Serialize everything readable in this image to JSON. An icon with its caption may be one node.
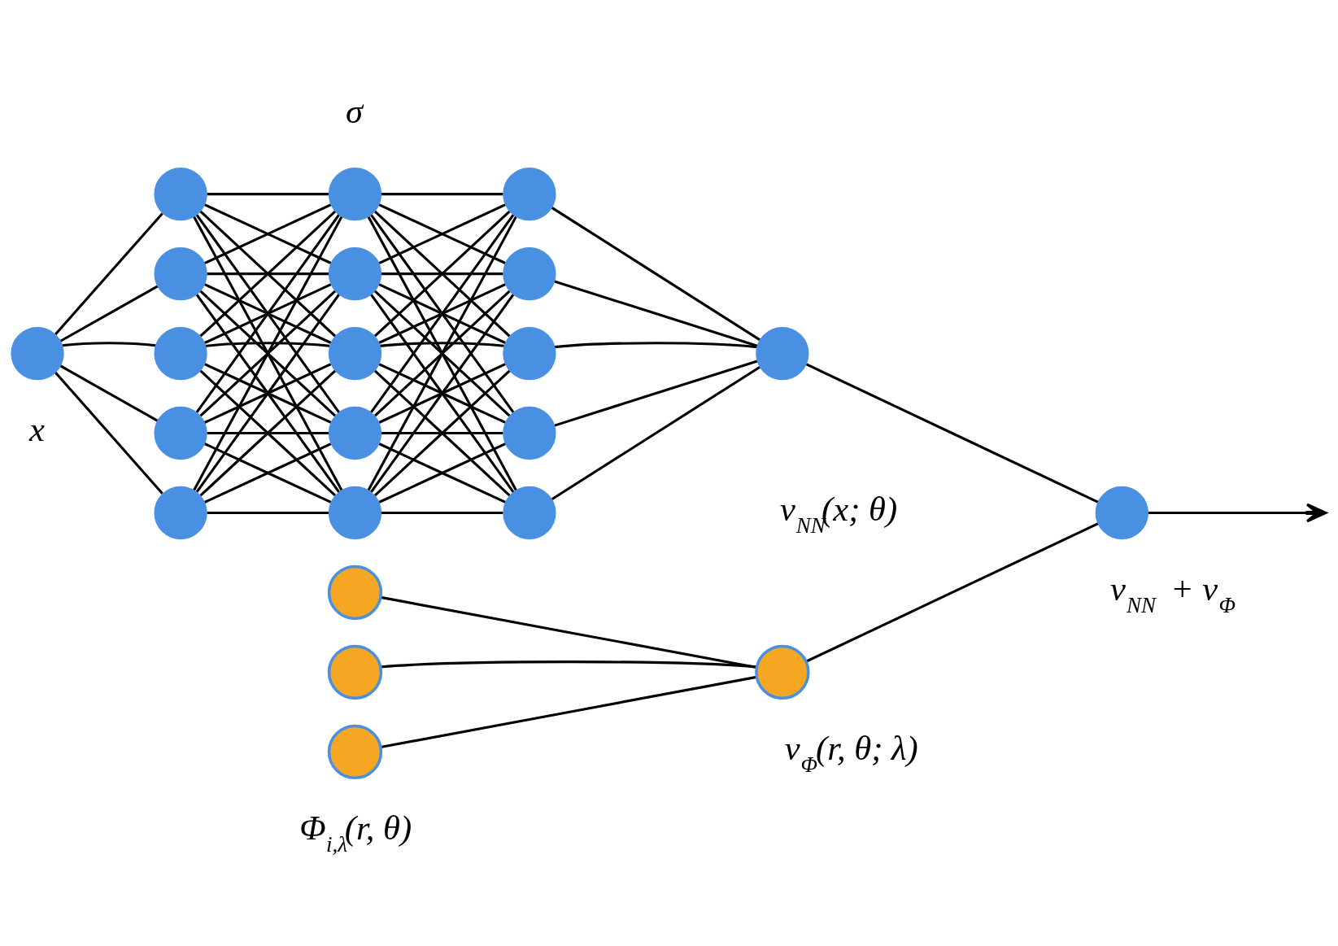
{
  "diagram": {
    "nodes": [
      {
        "text": [],
        "shape": "circle",
        "beside": [
          "x"
        ]
      },
      {
        "text": [],
        "shape": "circle"
      },
      {
        "text": [],
        "shape": "circle"
      },
      {
        "text": [],
        "shape": "circle"
      },
      {
        "text": [],
        "shape": "circle"
      },
      {
        "text": [],
        "shape": "circle"
      },
      {
        "text": [],
        "shape": "circle"
      },
      {
        "text": [],
        "shape": "circle"
      },
      {
        "text": [],
        "shape": "circle"
      },
      {
        "text": [],
        "shape": "circle"
      },
      {
        "text": [],
        "shape": "circle"
      },
      {
        "text": [],
        "shape": "circle"
      },
      {
        "text": [],
        "shape": "circle"
      },
      {
        "text": [],
        "shape": "circle"
      },
      {
        "text": [],
        "shape": "circle"
      },
      {
        "text": [],
        "shape": "circle"
      },
      {
        "text": [],
        "shape": "circle",
        "beside": [
          "v$_{NN}$(x; θ)"
        ]
      },
      {
        "text": [],
        "shape": "circle",
        "beside": [
          "v$_{NN}$ + v$_{Φ}$"
        ]
      },
      {
        "text": [],
        "shape": "circle"
      },
      {
        "text": [],
        "shape": "circle"
      },
      {
        "text": [],
        "shape": "circle"
      },
      {
        "text": [],
        "shape": "circle",
        "beside": [
          "v$_{Φ}$(r, θ; λ)"
        ]
      }
    ],
    "edges": [
      {
        "from": 0,
        "to": 1,
        "arrow": "none"
      },
      {
        "from": 0,
        "to": 2,
        "arrow": "none"
      },
      {
        "from": 0,
        "to": 3,
        "arrow": "none"
      },
      {
        "from": 0,
        "to": 4,
        "arrow": "none"
      },
      {
        "from": 0,
        "to": 5,
        "arrow": "none"
      },
      {
        "from": 1,
        "to": 6,
        "arrow": "none"
      },
      {
        "from": 1,
        "to": 7,
        "arrow": "none"
      },
      {
        "from": 1,
        "to": 8,
        "arrow": "none"
      },
      {
        "from": 1,
        "to": 9,
        "arrow": "none"
      },
      {
        "from": 1,
        "to": 10,
        "arrow": "none"
      },
      {
        "from": 2,
        "to": 6,
        "arrow": "none"
      },
      {
        "from": 2,
        "to": 7,
        "arrow": "none"
      },
      {
        "from": 2,
        "to": 8,
        "arrow": "none"
      },
      {
        "from": 2,
        "to": 9,
        "arrow": "none"
      },
      {
        "from": 2,
        "to": 10,
        "arrow": "none"
      },
      {
        "from": 3,
        "to": 6,
        "arrow": "none"
      },
      {
        "from": 3,
        "to": 7,
        "arrow": "none"
      },
      {
        "from": 3,
        "to": 8,
        "arrow": "none"
      },
      {
        "from": 3,
        "to": 9,
        "arrow": "none"
      },
      {
        "from": 3,
        "to": 10,
        "arrow": "none"
      },
      {
        "from": 4,
        "to": 6,
        "arrow": "none"
      },
      {
        "from": 4,
        "to": 7,
        "arrow": "none"
      },
      {
        "from": 4,
        "to": 8,
        "arrow": "none"
      },
      {
        "from": 4,
        "to": 9,
        "arrow": "none"
      },
      {
        "from": 4,
        "to": 10,
        "arrow": "none"
      },
      {
        "from": 5,
        "to": 6,
        "arrow": "none"
      },
      {
        "from": 5,
        "to": 7,
        "arrow": "none"
      },
      {
        "from": 5,
        "to": 8,
        "arrow": "none"
      },
      {
        "from": 5,
        "to": 9,
        "arrow": "none"
      },
      {
        "from": 5,
        "to": 10,
        "arrow": "none"
      },
      {
        "from": 6,
        "to": 11,
        "arrow": "none"
      },
      {
        "from": 6,
        "to": 12,
        "arrow": "none"
      },
      {
        "from": 6,
        "to": 13,
        "arrow": "none"
      },
      {
        "from": 6,
        "to": 14,
        "arrow": "none"
      },
      {
        "from": 6,
        "to": 15,
        "arrow": "none"
      },
      {
        "from": 7,
        "to": 11,
        "arrow": "none"
      },
      {
        "from": 7,
        "to": 12,
        "arrow": "none"
      },
      {
        "from": 7,
        "to": 13,
        "arrow": "none"
      },
      {
        "from": 7,
        "to": 14,
        "arrow": "none"
      },
      {
        "from": 7,
        "to": 15,
        "arrow": "none"
      },
      {
        "from": 8,
        "to": 11,
        "arrow": "none"
      },
      {
        "from": 8,
        "to": 12,
        "arrow": "none"
      },
      {
        "from": 8,
        "to": 13,
        "arrow": "none"
      },
      {
        "from": 8,
        "to": 14,
        "arrow": "none"
      },
      {
        "from": 8,
        "to": 15,
        "arrow": "none"
      },
      {
        "from": 9,
        "to": 11,
        "arrow": "none"
      },
      {
        "from": 9,
        "to": 12,
        "arrow": "none"
      },
      {
        "from": 9,
        "to": 13,
        "arrow": "none"
      },
      {
        "from": 9,
        "to": 14,
        "arrow": "none"
      },
      {
        "from": 9,
        "to": 15,
        "arrow": "none"
      },
      {
        "from": 10,
        "to": 11,
        "arrow": "none"
      },
      {
        "from": 10,
        "to": 12,
        "arrow": "none"
      },
      {
        "from": 10,
        "to": 13,
        "arrow": "none"
      },
      {
        "from": 10,
        "to": 14,
        "arrow": "none"
      },
      {
        "from": 10,
        "to": 15,
        "arrow": "none"
      },
      {
        "from": 11,
        "to": 16,
        "arrow": "none"
      },
      {
        "from": 12,
        "to": 16,
        "arrow": "none"
      },
      {
        "from": 13,
        "to": 16,
        "arrow": "none"
      },
      {
        "from": 14,
        "to": 16,
        "arrow": "none"
      },
      {
        "from": 15,
        "to": 16,
        "arrow": "none"
      },
      {
        "from": 16,
        "to": 17,
        "arrow": "none"
      },
      {
        "from": 18,
        "to": 21,
        "arrow": "none"
      },
      {
        "from": 19,
        "to": 21,
        "arrow": "none"
      },
      {
        "from": 20,
        "to": 21,
        "arrow": "none"
      },
      {
        "from": 21,
        "to": 17,
        "arrow": "none"
      },
      {
        "from": 17,
        "to": null,
        "arrow": "to"
      }
    ],
    "labels": [
      "σ",
      "Φ$_{i,λ}$(r, θ)"
    ]
  }
}
